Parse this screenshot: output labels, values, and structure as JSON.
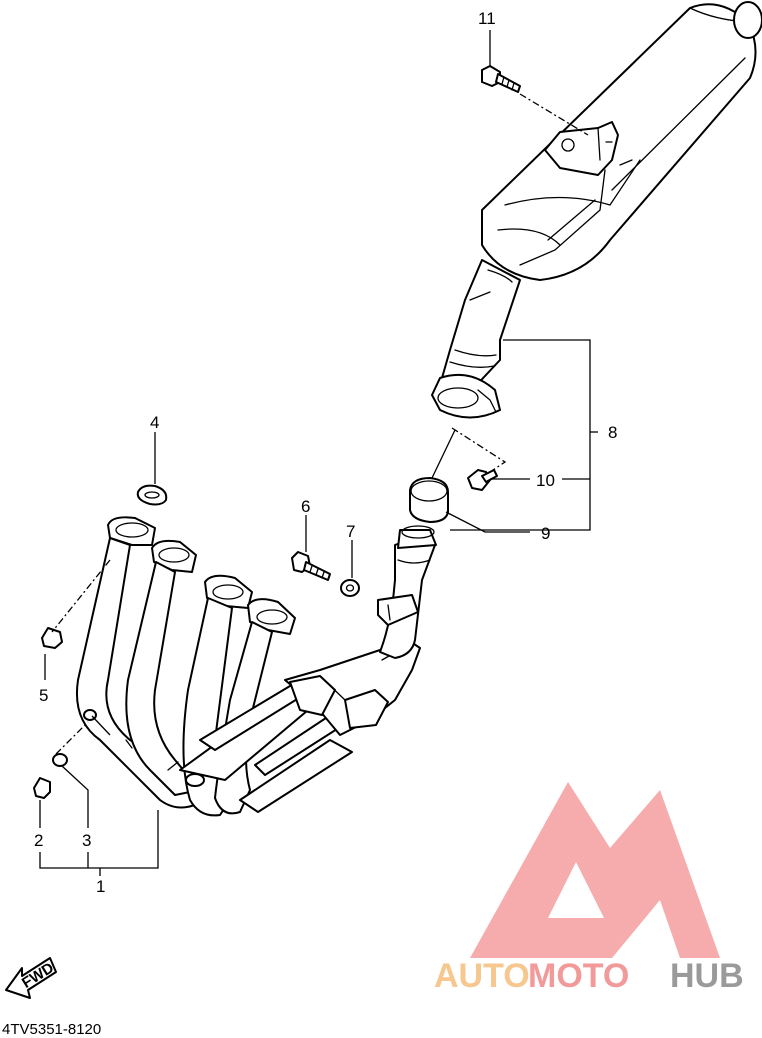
{
  "callouts": [
    {
      "id": "1",
      "text": "1"
    },
    {
      "id": "2",
      "text": "2"
    },
    {
      "id": "3",
      "text": "3"
    },
    {
      "id": "4",
      "text": "4"
    },
    {
      "id": "5",
      "text": "5"
    },
    {
      "id": "6",
      "text": "6"
    },
    {
      "id": "7",
      "text": "7"
    },
    {
      "id": "8",
      "text": "8"
    },
    {
      "id": "9",
      "text": "9"
    },
    {
      "id": "10",
      "text": "10"
    },
    {
      "id": "11",
      "text": "11"
    }
  ],
  "diagram_code": "4TV5351-8120",
  "fwd_label": "FWD",
  "watermark": {
    "brand_part1": "AUTO",
    "brand_part2": "MOTO",
    "brand_part3": "HUB",
    "color_part1": "#f6c78e",
    "color_part2": "#f29a9a",
    "color_part3": "#9a9a9a",
    "logo_color": "#f5a3a3",
    "logo_icon": "triangle-m-logo-icon"
  }
}
